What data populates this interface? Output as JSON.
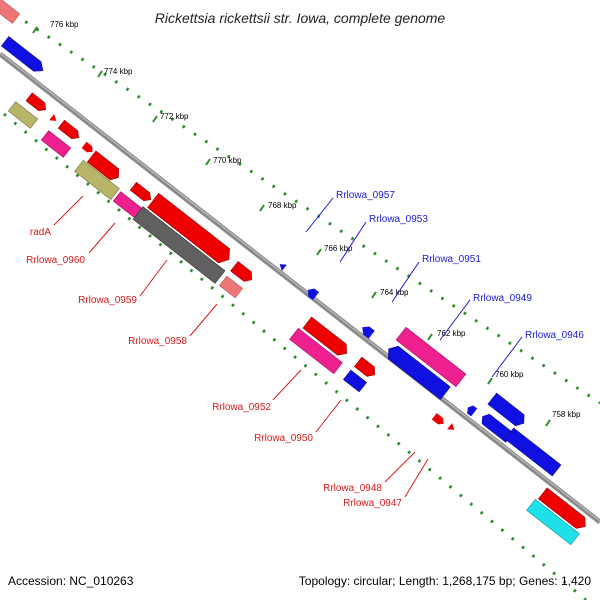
{
  "title": "Rickettsia rickettsii str. Iowa, complete genome",
  "footer": {
    "accession": "Accession: NC_010263",
    "summary": "Topology: circular; Length: 1,268,175 bp; Genes: 1,420"
  },
  "kbp_ticks": [
    "776 kbp",
    "774 kbp",
    "772 kbp",
    "770 kbp",
    "768 kbp",
    "766 kbp",
    "764 kbp",
    "762 kbp",
    "760 kbp",
    "758 kbp"
  ],
  "gene_labels": {
    "forward": [
      "Rrlowa_0957",
      "Rrlowa_0953",
      "Rrlowa_0951",
      "Rrlowa_0949",
      "Rrlowa_0946"
    ],
    "reverse": [
      "radA",
      "Rrlowa_0960",
      "Rrlowa_0959",
      "Rrlowa_0958",
      "Rrlowa_0952",
      "Rrlowa_0950",
      "Rrlowa_0948",
      "Rrlowa_0947"
    ]
  },
  "colors": {
    "backbone": "#808080",
    "forward_label": "#1a1ad8",
    "reverse_label": "#d81a1a",
    "tick_green": "#2e8b2e",
    "red": "#ee0000",
    "blue": "#1010e0",
    "magenta": "#ee1f8e",
    "olive": "#b8b468",
    "gray": "#606060",
    "cyan": "#1ee0e8",
    "salmon": "#ee7676"
  }
}
